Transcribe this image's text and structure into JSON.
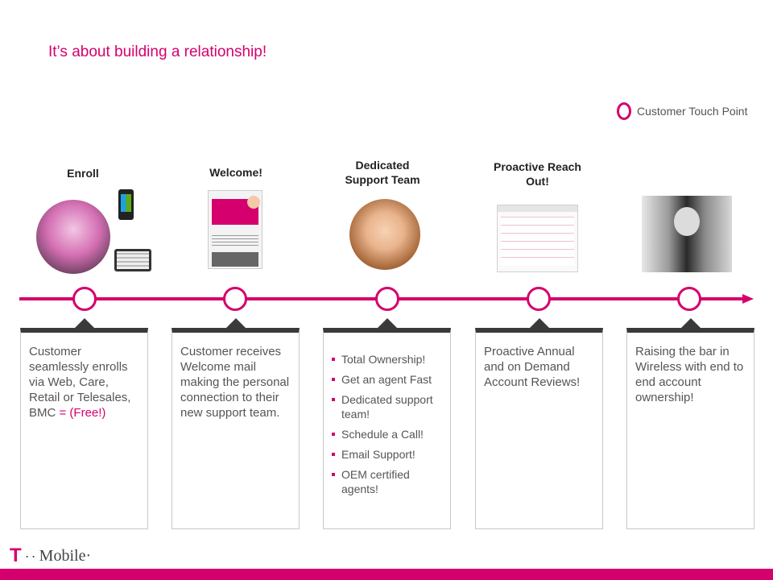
{
  "slide": {
    "title": "It’s about building  a relationship!",
    "legend_label": "Customer Touch Point"
  },
  "stages": [
    {
      "title": "Enroll",
      "text": "Customer seamlessly enrolls via Web, Care, Retail or Telesales, BMC ",
      "highlight": "= (Free!)"
    },
    {
      "title": "Welcome!",
      "text": "Customer receives Welcome mail making the personal connection to their new support team."
    },
    {
      "title": "Dedicated Support Team",
      "bullets": [
        "Total Ownership!",
        "Get an agent Fast",
        "Dedicated support team!",
        "Schedule a Call!",
        "Email Support!",
        "OEM certified agents!"
      ]
    },
    {
      "title": "Proactive Reach Out!",
      "text": "Proactive Annual and on Demand Account Reviews!"
    },
    {
      "title": "",
      "text": "Raising the bar in Wireless with end to end account ownership!"
    }
  ],
  "brand": {
    "logo_t": "T",
    "logo_dots": "··",
    "logo_word": "Mobile·",
    "accent_color": "#d5006d"
  }
}
